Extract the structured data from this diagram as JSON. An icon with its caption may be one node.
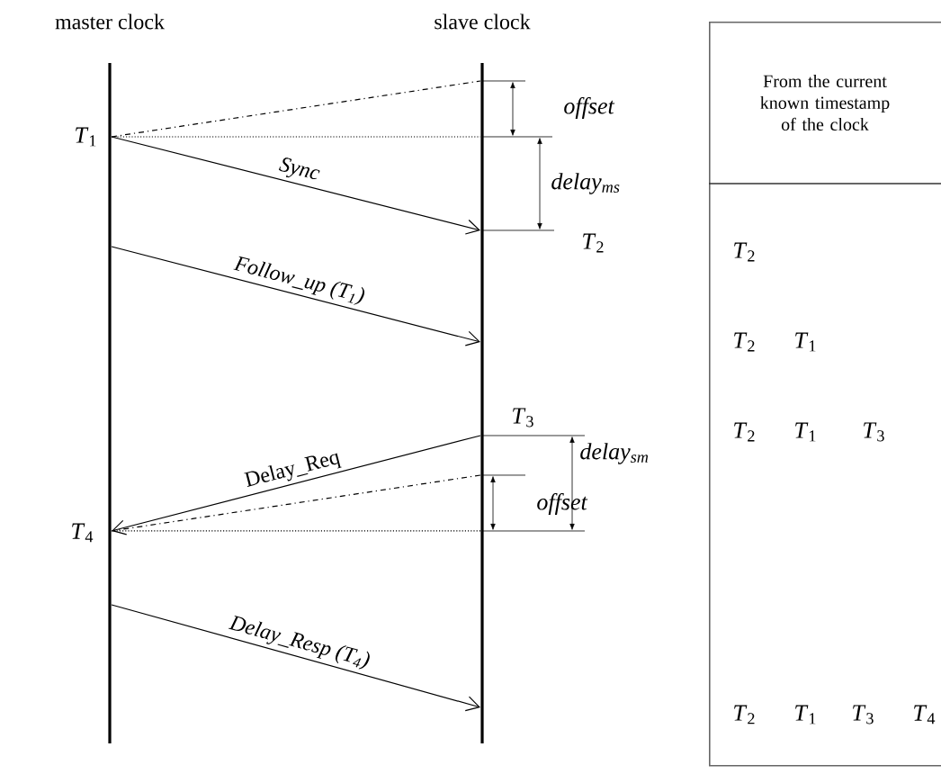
{
  "diagram": {
    "nodes": [
      {
        "text": [
          "master clock"
        ]
      },
      {
        "text": [
          "slave clock"
        ]
      },
      {
        "text": [
          "From the current known timestamp of the clock"
        ]
      }
    ],
    "edges": [
      {
        "from": 0,
        "to": 1,
        "arrow": "none",
        "style": "dashed"
      },
      {
        "from": 0,
        "to": 1,
        "arrow": "none",
        "style": "dashed"
      },
      {
        "from": 0,
        "to": 1,
        "arrow": "to",
        "label": "Sync"
      },
      {
        "from": 0,
        "to": 1,
        "arrow": "to",
        "label": "Follow_up (T$_{1}$)"
      },
      {
        "from": 1,
        "to": 0,
        "arrow": "to",
        "label": "Delay_Req"
      },
      {
        "from": 1,
        "to": 0,
        "arrow": "none",
        "style": "dashed"
      },
      {
        "from": 1,
        "to": 0,
        "arrow": "none",
        "style": "dashed"
      },
      {
        "from": 0,
        "to": 1,
        "arrow": "to",
        "label": "Delay_Resp (T$_{4}$)"
      }
    ],
    "labels": [
      "offset",
      "*T*$_{1}$",
      "delay$_{ms}$",
      "*T*$_{2}$",
      "*T*$_{3}$",
      "delay$_{sm}$",
      "offset",
      "*T*$_{4}$",
      "*T*$_{2}$",
      "*T*$_{2}$",
      "*T*$_{1}$",
      "*T*$_{2}$",
      "*T*$_{1}$",
      "*T*$_{3}$",
      "*T*$_{2}$",
      "*T*$_{1}$",
      "*T*$_{3}$",
      "*T*$_{4}$"
    ]
  }
}
